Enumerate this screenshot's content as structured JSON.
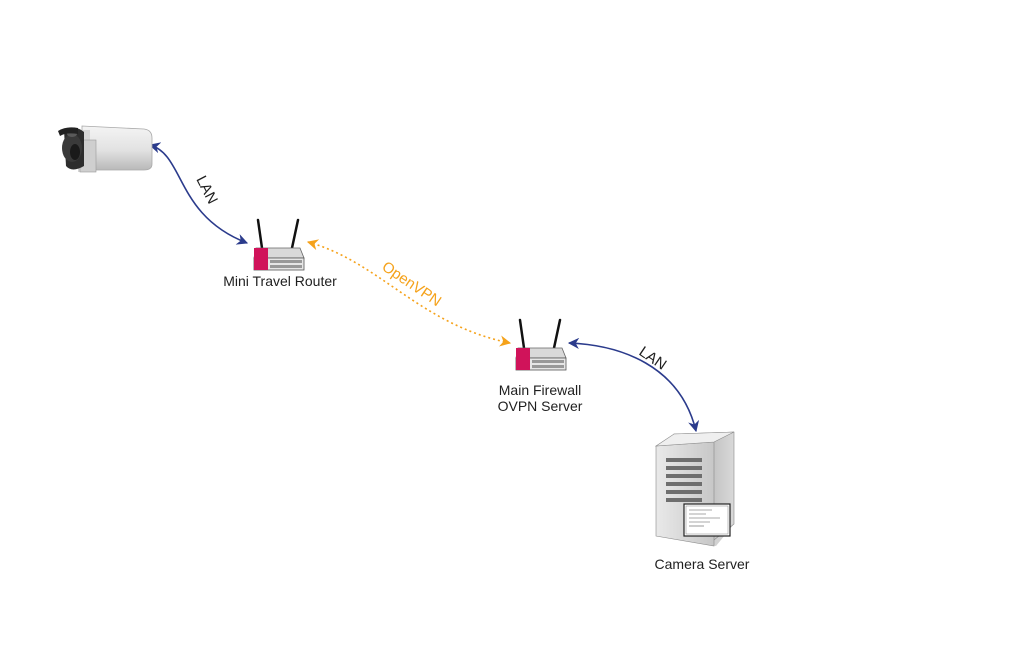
{
  "nodes": {
    "camera": {
      "icon": "ip-camera-icon"
    },
    "travel_router": {
      "label": "Mini Travel Router",
      "icon": "wireless-router-icon"
    },
    "main_firewall": {
      "label_line1": "Main Firewall",
      "label_line2": "OVPN Server",
      "icon": "wireless-router-icon"
    },
    "camera_server": {
      "label": "Camera Server",
      "icon": "server-tower-icon"
    }
  },
  "edges": {
    "camera_to_router": {
      "label": "LAN",
      "color": "#2b3b8c",
      "style": "solid",
      "arrows": "both"
    },
    "router_to_firewall": {
      "label": "OpenVPN",
      "color": "#f5a21b",
      "style": "dotted",
      "arrows": "both"
    },
    "firewall_to_server": {
      "label": "LAN",
      "color": "#2b3b8c",
      "style": "solid",
      "arrows": "both"
    }
  },
  "colors": {
    "router_accent": "#d0135a",
    "label_text": "#1f1f1f"
  }
}
